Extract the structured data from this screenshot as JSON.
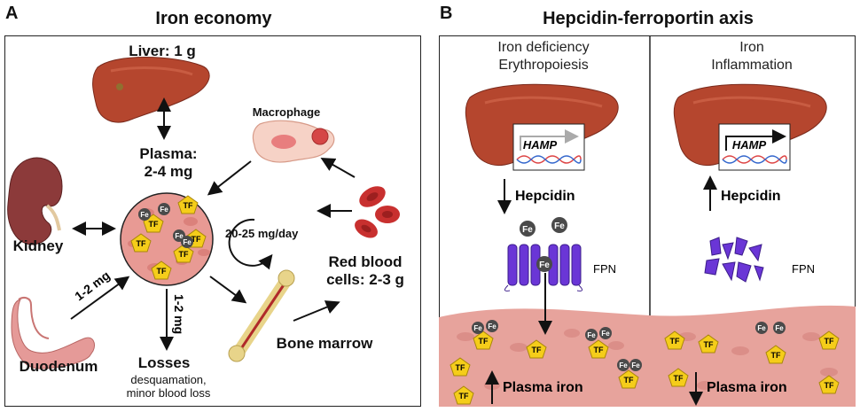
{
  "panel_a": {
    "letter": "A",
    "title": "Iron economy",
    "liver": "Liver: 1 g",
    "macrophage": "Macrophage",
    "plasma": "Plasma:\n2-4 mg",
    "kidney": "Kidney",
    "duodenum": "Duodenum",
    "absorption": "1-2 mg",
    "loss_amount": "1-2 mg",
    "losses": "Losses",
    "losses_detail": "desquamation,\nminor blood loss",
    "turnover": "20-25 mg/day",
    "rbc": "Red blood\ncells: 2-3 g",
    "bone_marrow": "Bone marrow",
    "tf": "TF",
    "fe": "Fe"
  },
  "panel_b": {
    "letter": "B",
    "title": "Hepcidin-ferroportin axis",
    "left_header": "Iron deficiency\nErythropoiesis",
    "right_header": "Iron\nInflammation",
    "hamp": "HAMP",
    "hepcidin": "Hepcidin",
    "fpn": "FPN",
    "plasma_iron": "Plasma iron",
    "fe": "Fe",
    "tf": "TF"
  },
  "colors": {
    "liver": "#b5462e",
    "plasma_circle": "#e89a94",
    "plasma_band": "#e7a39c",
    "rbc": "#c8302f",
    "tf_fill": "#f5cd1a",
    "fe_fill": "#4a4a4a",
    "fpn": "#6a36d6",
    "kidney": "#8c3a3a",
    "duodenum": "#e59a98",
    "bone": "#e8d48a"
  }
}
